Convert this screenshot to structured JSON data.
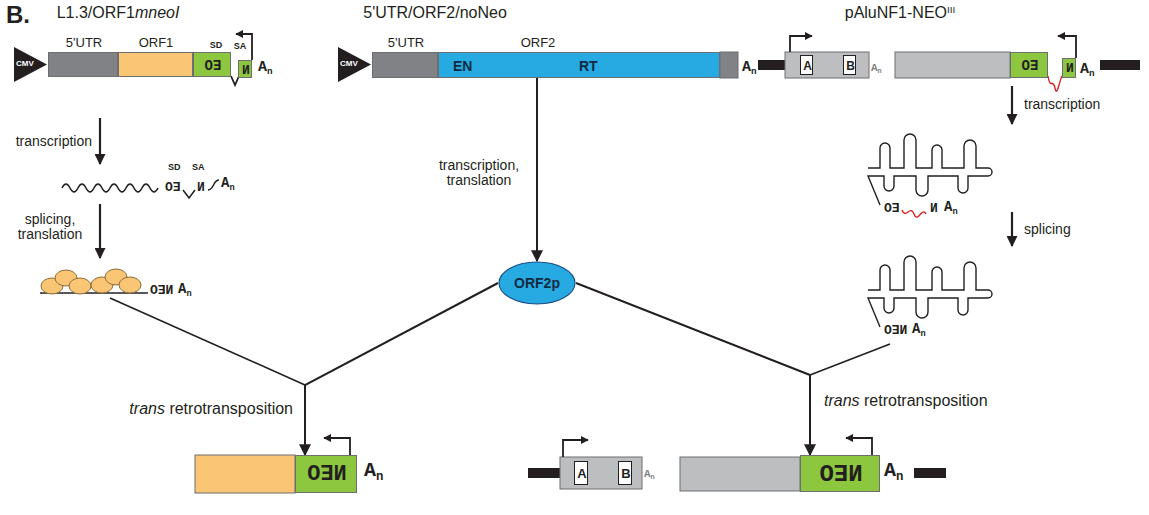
{
  "diagram": {
    "nodes": [
      {
        "text": [
          "CMV"
        ]
      },
      {
        "text": [
          "5'UTR"
        ]
      },
      {
        "text": [
          "ORF1"
        ]
      },
      {
        "text": [
          "SD",
          "OƎ"
        ]
      },
      {
        "text": [
          "SA",
          "И"
        ]
      },
      {
        "text": [
          "CMV"
        ]
      },
      {
        "text": [
          "5'UTR"
        ]
      },
      {
        "text": [
          "ORF2",
          "EN",
          "RT"
        ]
      },
      {
        "text": [
          "A"
        ]
      },
      {
        "text": [
          "B"
        ]
      },
      {
        "text": [
          "OƎ"
        ]
      },
      {
        "text": [
          "И"
        ]
      },
      {
        "text": [
          "ORF2p"
        ]
      },
      {
        "text": [
          "OƎИ"
        ]
      },
      {
        "text": [
          "A"
        ]
      },
      {
        "text": [
          "B"
        ]
      },
      {
        "text": [
          "OƎИ"
        ]
      }
    ],
    "edges": [
      {
        "from": 7,
        "to": 12,
        "arrow": "to",
        "label": "transcription, translation"
      },
      {
        "from": 12,
        "to": 13,
        "arrow": "to",
        "label": "trans retrotransposition"
      },
      {
        "from": 12,
        "to": 16,
        "arrow": "to",
        "label": "trans retrotransposition"
      }
    ],
    "labels": [
      "B.",
      "L1.3/ORF1mneoI",
      "5'UTR/ORF2/noNeo",
      "pAluNF1-NEOIII",
      "An",
      "An",
      "An",
      "An",
      "transcription",
      "SD",
      "OƎ",
      "SA",
      "И",
      "An",
      "splicing, translation",
      "OƎИ",
      "An",
      "transcription",
      "OƎ",
      "И",
      "An",
      "splicing",
      "OƎИ",
      "An",
      "An",
      "An",
      "An"
    ]
  }
}
